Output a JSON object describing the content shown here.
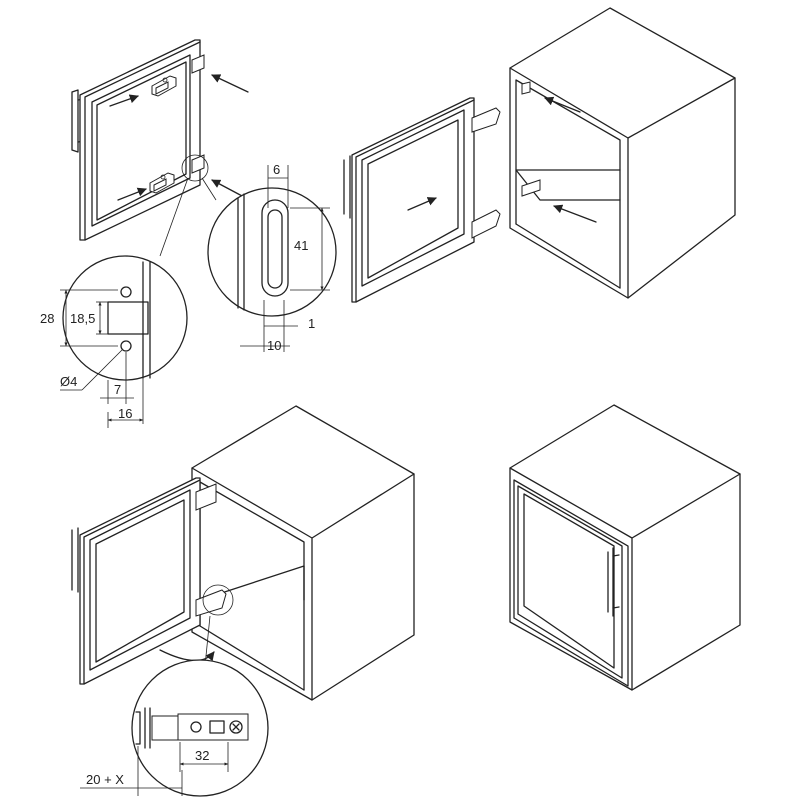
{
  "dimensions": {
    "slot_width": "6",
    "slot_height": "41",
    "slot_offset": "1",
    "slot_base": "10",
    "hinge_outer": "28",
    "hinge_inner": "18,5",
    "hole_diameter": "Ø4",
    "hole_offset": "7",
    "hinge_depth": "16",
    "plate_spacing": "32",
    "gap_formula": "20 + X"
  },
  "colors": {
    "line": "#222222",
    "background": "#ffffff"
  }
}
